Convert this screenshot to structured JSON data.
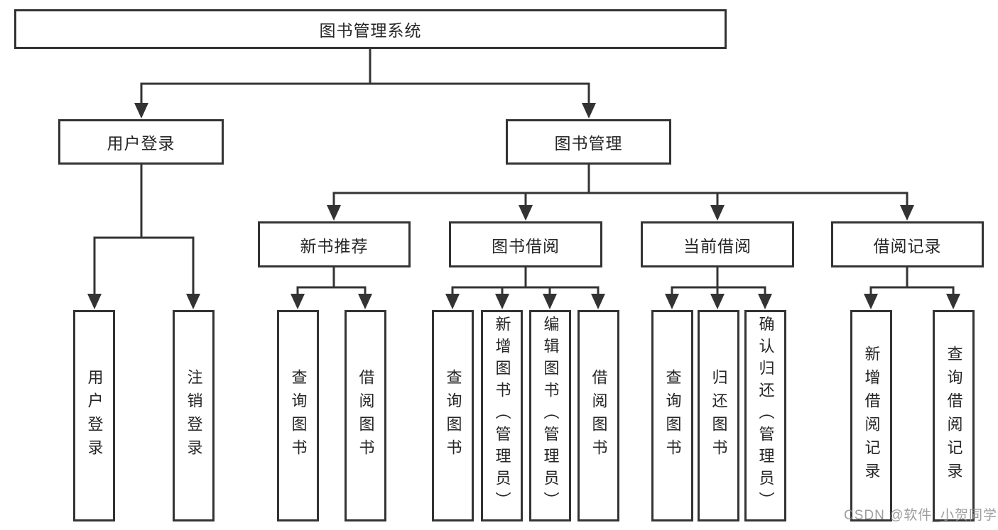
{
  "colors": {
    "line": "#333333",
    "box_border": "#333333",
    "text": "#262626",
    "watermark": "#8c8c8c",
    "background": "#ffffff"
  },
  "watermark": "CSDN @软件_小贺同学",
  "tree": {
    "root": "图书管理系统",
    "login": {
      "label": "用户登录",
      "children": [
        "用户登录",
        "注销登录"
      ]
    },
    "management": {
      "label": "图书管理",
      "sections": [
        {
          "label": "新书推荐",
          "children": [
            "查询图书",
            "借阅图书"
          ]
        },
        {
          "label": "图书借阅",
          "children": [
            "查询图书",
            "新增图书（管理员）",
            "编辑图书（管理员）",
            "借阅图书"
          ]
        },
        {
          "label": "当前借阅",
          "children": [
            "查询图书",
            "归还图书",
            "确认归还（管理员）"
          ]
        },
        {
          "label": "借阅记录",
          "children": [
            "新增借阅记录",
            "查询借阅记录"
          ]
        }
      ]
    }
  }
}
